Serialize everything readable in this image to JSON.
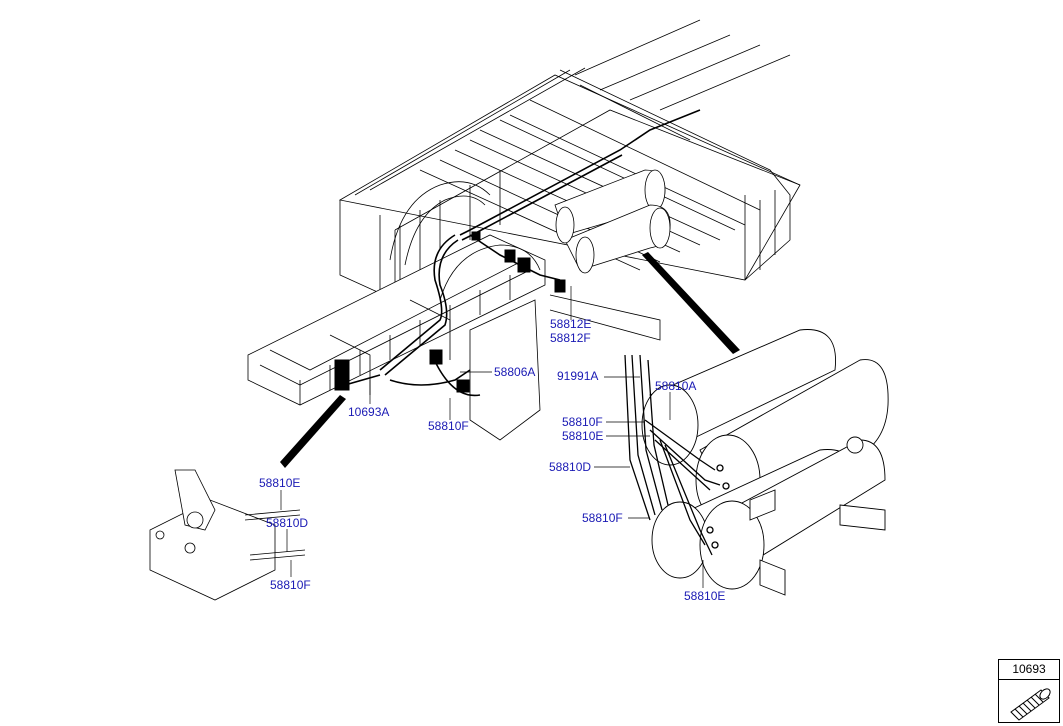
{
  "colors": {
    "callout_text": "#1a1ab4",
    "line": "#000000",
    "background": "#ffffff"
  },
  "callouts": {
    "c58812E": "58812E",
    "c58812F": "58812F",
    "c58806A": "58806A",
    "c10693A": "10693A",
    "c58810F_center": "58810F",
    "c91991A": "91991A",
    "c58810A": "58810A",
    "c58810F_right": "58810F",
    "c58810E_right": "58810E",
    "c58810D_right": "58810D",
    "c58810F_tank": "58810F",
    "c58810E_bottom": "58810E",
    "c58810E_left": "58810E",
    "c58810D_left": "58810D",
    "c58810F_left": "58810F"
  },
  "legend": {
    "part_number": "10693",
    "icon": "corrugated-tube-icon"
  }
}
